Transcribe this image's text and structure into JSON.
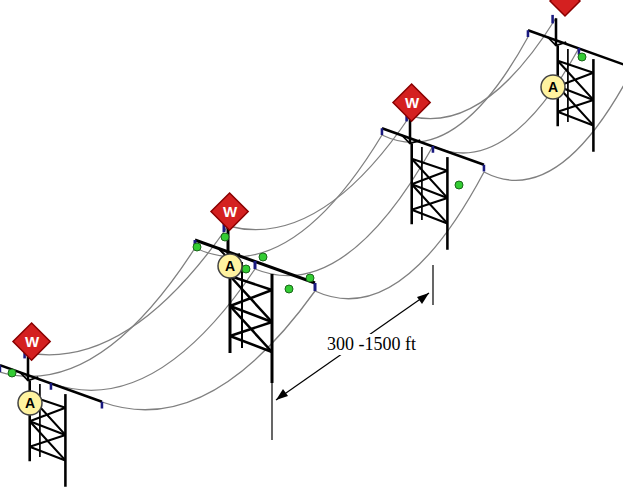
{
  "diagram": {
    "nodes": [
      {
        "text": [
          "W"
        ]
      },
      {
        "text": [
          "A"
        ]
      },
      {
        "text": [
          "W"
        ]
      },
      {
        "text": [
          "A"
        ]
      },
      {
        "text": [
          "W"
        ]
      },
      {
        "text": [
          "A"
        ]
      }
    ],
    "labels": [
      "300 -1500 ft"
    ]
  }
}
